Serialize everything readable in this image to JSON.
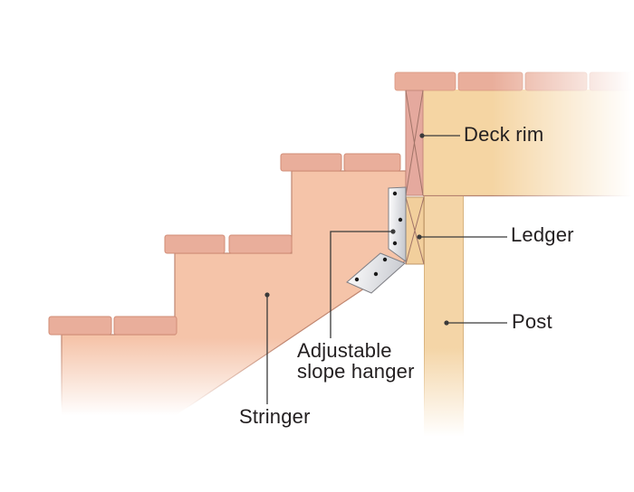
{
  "labels": {
    "deck_rim": "Deck rim",
    "ledger": "Ledger",
    "post": "Post",
    "hanger_line1": "Adjustable",
    "hanger_line2": "slope hanger",
    "stringer": "Stringer"
  },
  "colors": {
    "background": "#ffffff",
    "tread": "#e9ae9b",
    "stringer": "#f5c4a9",
    "stringer_edge": "#c08670",
    "deck_rim": "#e5a99e",
    "ledger": "#f2cf9c",
    "deck_framing": "#f5d5a3",
    "post": "#f4d5a7",
    "post_edge": "#d9b47f",
    "cross_brace_line": "#a17468",
    "hanger_light": "#ffffff",
    "hanger_dark": "#c9cbd1",
    "hanger_edge": "#7f7f85",
    "nail_dot": "#1a1a1a",
    "leader_line": "#3a3a3a",
    "label_text": "#231f20"
  }
}
